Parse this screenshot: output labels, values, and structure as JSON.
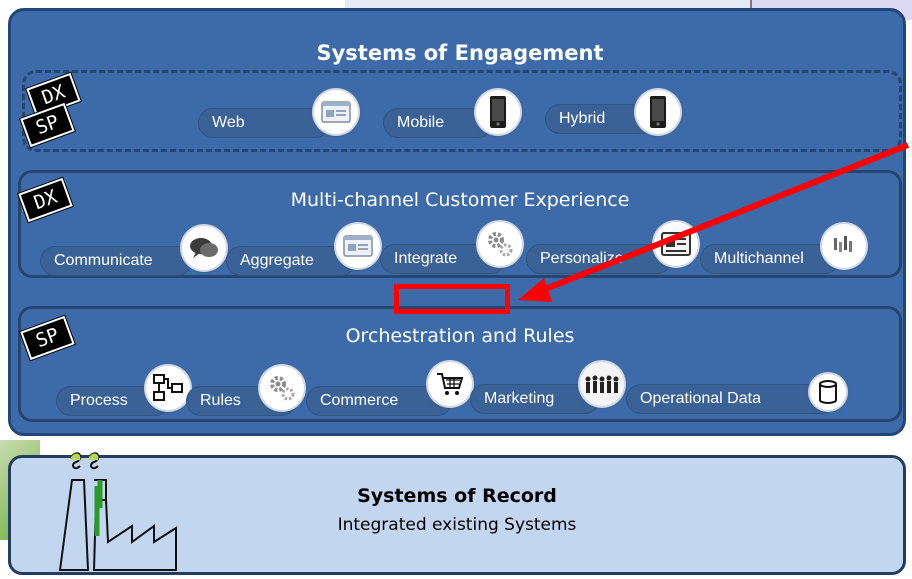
{
  "engagement": {
    "title": "Systems of Engagement",
    "channels": [
      {
        "label": "Web",
        "icon": "browser-window-icon"
      },
      {
        "label": "Mobile",
        "icon": "mobile-device-icon"
      },
      {
        "label": "Hybrid",
        "icon": "mobile-device-icon"
      }
    ],
    "channel_tags": [
      "DX",
      "SP"
    ]
  },
  "experience": {
    "tag": "DX",
    "title": "Multi-channel Customer Experience",
    "items": [
      {
        "label": "Communicate",
        "icon": "chat-bubbles-icon"
      },
      {
        "label": "Aggregate",
        "icon": "browser-window-icon"
      },
      {
        "label": "Integrate",
        "icon": "gears-icon"
      },
      {
        "label": "Personalize",
        "icon": "profile-card-icon"
      },
      {
        "label": "Multichannel",
        "icon": "multichannel-icon"
      }
    ]
  },
  "orchestration": {
    "tag": "SP",
    "title": "Orchestration and Rules",
    "items": [
      {
        "label": "Process",
        "icon": "flowchart-icon"
      },
      {
        "label": "Rules",
        "icon": "gears-icon"
      },
      {
        "label": "Commerce",
        "icon": "shopping-cart-icon"
      },
      {
        "label": "Marketing",
        "icon": "crowd-icon"
      },
      {
        "label": "Operational Data",
        "icon": "database-icon"
      }
    ]
  },
  "record": {
    "title": "Systems of Record",
    "subtitle": "Integrated existing Systems",
    "icon": "factory-icon"
  },
  "annotation": {
    "color": "#ff0000",
    "icon": "red-arrow-icon"
  },
  "colors": {
    "panel": "#3d6aa8",
    "border": "#23467a",
    "record": "#c2d6ef"
  }
}
